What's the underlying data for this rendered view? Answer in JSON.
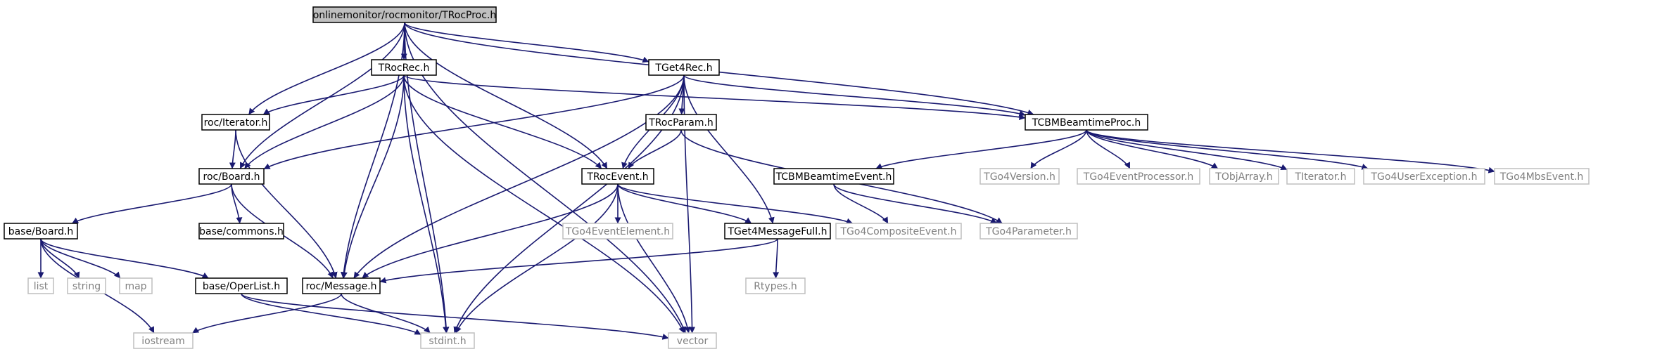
{
  "colors": {
    "edge": "#191970",
    "node_border": "#000000",
    "node_fill": "#ffffff",
    "root_fill": "#bfbfbf",
    "external_border": "#bfbfbf",
    "external_text": "#808080",
    "text": "#000000"
  },
  "graph": {
    "nodes": [
      {
        "id": "root",
        "label": "onlinemonitor/rocmonitor/TRocProc.h",
        "kind": "root"
      },
      {
        "id": "trocrec",
        "label": "TRocRec.h",
        "kind": "internal"
      },
      {
        "id": "tget4rec",
        "label": "TGet4Rec.h",
        "kind": "internal"
      },
      {
        "id": "rociterator",
        "label": "roc/Iterator.h",
        "kind": "internal"
      },
      {
        "id": "tcbmbeamtimeproc",
        "label": "TCBMBeamtimeProc.h",
        "kind": "internal"
      },
      {
        "id": "trocparam",
        "label": "TRocParam.h",
        "kind": "internal"
      },
      {
        "id": "rocboard",
        "label": "roc/Board.h",
        "kind": "internal"
      },
      {
        "id": "trocevent",
        "label": "TRocEvent.h",
        "kind": "internal"
      },
      {
        "id": "tcbmbeamtimeevent",
        "label": "TCBMBeamtimeEvent.h",
        "kind": "internal"
      },
      {
        "id": "tgo4version",
        "label": "TGo4Version.h",
        "kind": "external"
      },
      {
        "id": "tgo4eventprocessor",
        "label": "TGo4EventProcessor.h",
        "kind": "external"
      },
      {
        "id": "tobjarray",
        "label": "TObjArray.h",
        "kind": "external"
      },
      {
        "id": "titerator",
        "label": "TIterator.h",
        "kind": "external"
      },
      {
        "id": "tgo4userexception",
        "label": "TGo4UserException.h",
        "kind": "external"
      },
      {
        "id": "tgo4mbsevent",
        "label": "TGo4MbsEvent.h",
        "kind": "external"
      },
      {
        "id": "baseboard",
        "label": "base/Board.h",
        "kind": "internal"
      },
      {
        "id": "basecommons",
        "label": "base/commons.h",
        "kind": "internal"
      },
      {
        "id": "tgo4evelement",
        "label": "TGo4EventElement.h",
        "kind": "external"
      },
      {
        "id": "tget4messagefull",
        "label": "TGet4MessageFull.h",
        "kind": "internal"
      },
      {
        "id": "tgo4compositeevent",
        "label": "TGo4CompositeEvent.h",
        "kind": "external"
      },
      {
        "id": "tgo4parameter",
        "label": "TGo4Parameter.h",
        "kind": "external"
      },
      {
        "id": "list",
        "label": "list",
        "kind": "external"
      },
      {
        "id": "string",
        "label": "string",
        "kind": "external"
      },
      {
        "id": "map",
        "label": "map",
        "kind": "external"
      },
      {
        "id": "baseoperlist",
        "label": "base/OperList.h",
        "kind": "internal"
      },
      {
        "id": "rocmessage",
        "label": "roc/Message.h",
        "kind": "internal"
      },
      {
        "id": "rtypes",
        "label": "Rtypes.h",
        "kind": "external"
      },
      {
        "id": "iostream",
        "label": "iostream",
        "kind": "external"
      },
      {
        "id": "stdint",
        "label": "stdint.h",
        "kind": "external"
      },
      {
        "id": "vector",
        "label": "vector",
        "kind": "external"
      }
    ],
    "edges": [
      [
        "root",
        "trocrec"
      ],
      [
        "root",
        "tget4rec"
      ],
      [
        "root",
        "rociterator"
      ],
      [
        "root",
        "rocboard"
      ],
      [
        "root",
        "rocmessage"
      ],
      [
        "root",
        "stdint"
      ],
      [
        "root",
        "trocevent"
      ],
      [
        "root",
        "tcbmbeamtimeproc"
      ],
      [
        "root",
        "vector"
      ],
      [
        "trocrec",
        "rociterator"
      ],
      [
        "trocrec",
        "rocboard"
      ],
      [
        "trocrec",
        "rocmessage"
      ],
      [
        "trocrec",
        "stdint"
      ],
      [
        "trocrec",
        "trocevent"
      ],
      [
        "trocrec",
        "vector"
      ],
      [
        "trocrec",
        "tcbmbeamtimeproc"
      ],
      [
        "tget4rec",
        "tcbmbeamtimeproc"
      ],
      [
        "tget4rec",
        "trocparam"
      ],
      [
        "tget4rec",
        "trocevent"
      ],
      [
        "tget4rec",
        "tget4messagefull"
      ],
      [
        "tget4rec",
        "rocboard"
      ],
      [
        "tget4rec",
        "rocmessage"
      ],
      [
        "tget4rec",
        "stdint"
      ],
      [
        "tget4rec",
        "vector"
      ],
      [
        "rociterator",
        "rocboard"
      ],
      [
        "rociterator",
        "rocmessage"
      ],
      [
        "rocboard",
        "baseboard"
      ],
      [
        "rocboard",
        "basecommons"
      ],
      [
        "rocboard",
        "rocmessage"
      ],
      [
        "baseboard",
        "list"
      ],
      [
        "baseboard",
        "string"
      ],
      [
        "baseboard",
        "map"
      ],
      [
        "baseboard",
        "baseoperlist"
      ],
      [
        "baseboard",
        "iostream"
      ],
      [
        "baseoperlist",
        "stdint"
      ],
      [
        "baseoperlist",
        "vector"
      ],
      [
        "rocmessage",
        "iostream"
      ],
      [
        "rocmessage",
        "stdint"
      ],
      [
        "trocparam",
        "trocevent"
      ],
      [
        "trocparam",
        "tgo4parameter"
      ],
      [
        "trocevent",
        "tgo4evelement"
      ],
      [
        "trocevent",
        "tget4messagefull"
      ],
      [
        "trocevent",
        "tgo4compositeevent"
      ],
      [
        "trocevent",
        "rocmessage"
      ],
      [
        "trocevent",
        "stdint"
      ],
      [
        "trocevent",
        "vector"
      ],
      [
        "tget4messagefull",
        "rtypes"
      ],
      [
        "tget4messagefull",
        "rocmessage"
      ],
      [
        "tcbmbeamtimeproc",
        "tcbmbeamtimeevent"
      ],
      [
        "tcbmbeamtimeproc",
        "tgo4version"
      ],
      [
        "tcbmbeamtimeproc",
        "tgo4eventprocessor"
      ],
      [
        "tcbmbeamtimeproc",
        "tobjarray"
      ],
      [
        "tcbmbeamtimeproc",
        "titerator"
      ],
      [
        "tcbmbeamtimeproc",
        "tgo4userexception"
      ],
      [
        "tcbmbeamtimeproc",
        "tgo4mbsevent"
      ],
      [
        "tcbmbeamtimeevent",
        "tgo4compositeevent"
      ],
      [
        "tcbmbeamtimeevent",
        "tgo4parameter"
      ]
    ]
  }
}
